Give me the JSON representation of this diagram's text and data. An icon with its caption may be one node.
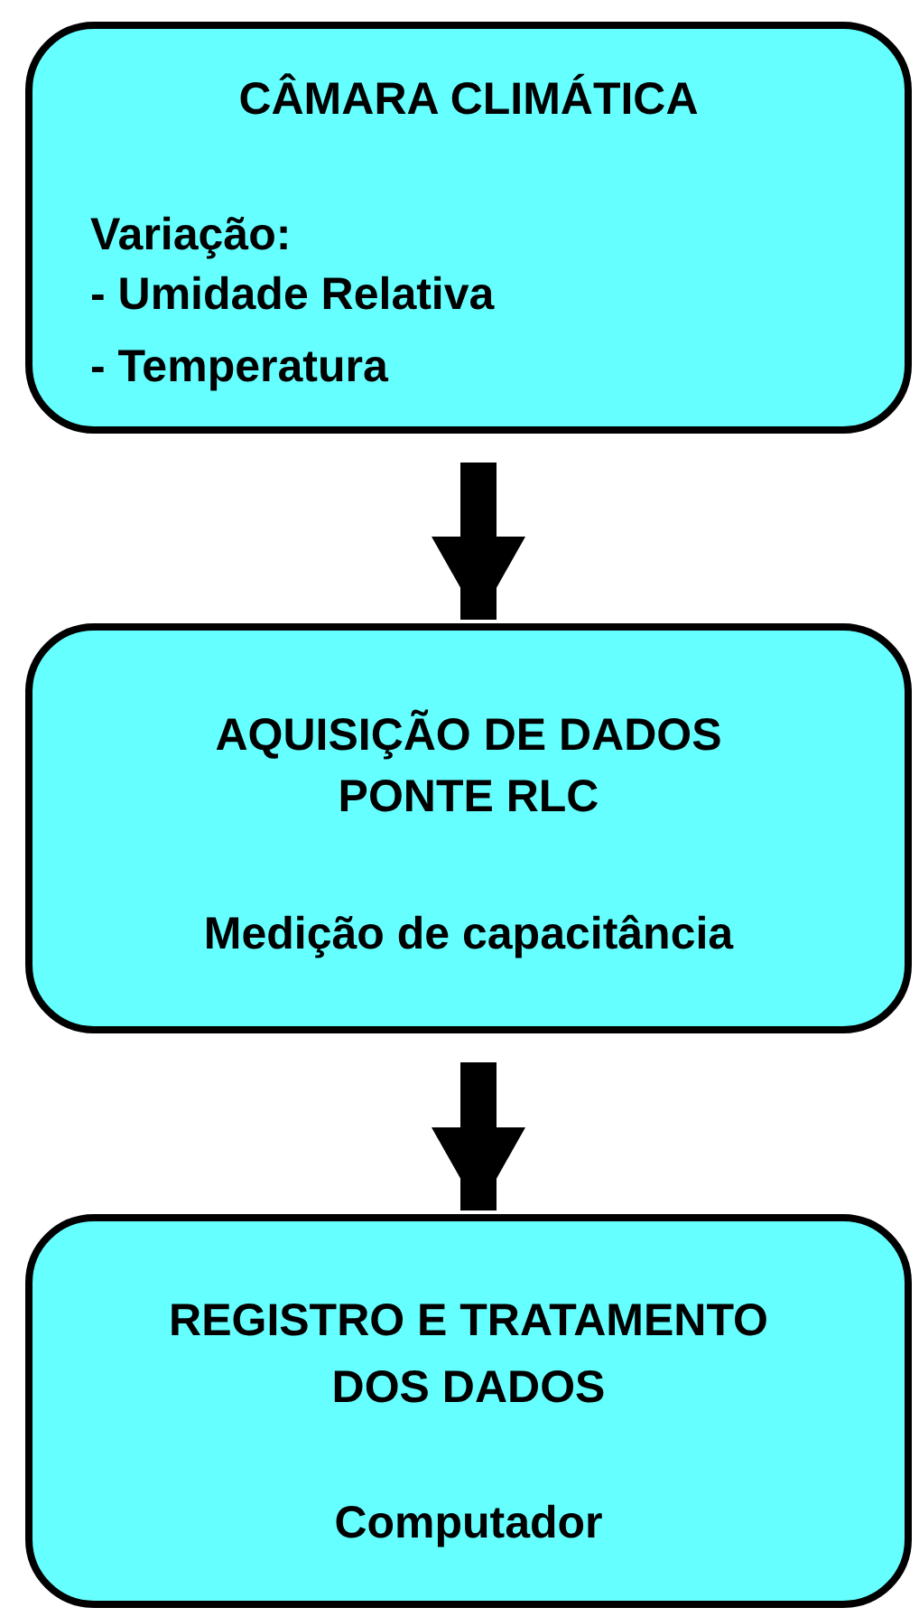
{
  "diagram": {
    "nodes": [
      {
        "text": [
          "CÂMARA CLIMÁTICA",
          "Variação:",
          "- Umidade Relativa",
          "- Temperatura"
        ]
      },
      {
        "text": [
          "AQUISIÇÃO DE DADOS",
          "PONTE RLC",
          "Medição de capacitância"
        ]
      },
      {
        "text": [
          "REGISTRO E TRATAMENTO",
          "DOS DADOS",
          "Computador"
        ]
      }
    ],
    "edges": [
      {
        "from": 0,
        "to": 1,
        "arrow": "to"
      },
      {
        "from": 1,
        "to": 2,
        "arrow": "to"
      }
    ]
  }
}
